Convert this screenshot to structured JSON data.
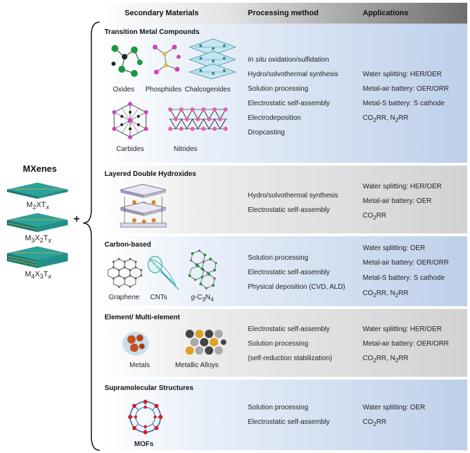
{
  "headers": {
    "secondary": "Secondary Materials",
    "processing": "Processing method",
    "applications": "Applications"
  },
  "mxenes": {
    "title": "MXenes",
    "structures": [
      {
        "m": "M",
        "m_sub": "2",
        "x": "X",
        "x_sub": "",
        "t": "T",
        "t_sub": "x"
      },
      {
        "m": "M",
        "m_sub": "3",
        "x": "X",
        "x_sub": "2",
        "t": "T",
        "t_sub": "x"
      },
      {
        "m": "M",
        "m_sub": "4",
        "x": "X",
        "x_sub": "3",
        "t": "T",
        "t_sub": "x"
      }
    ],
    "plus": "+"
  },
  "panels": [
    {
      "title": "Transition Metal Compounds",
      "materials": [
        "Oxides",
        "Phosphides",
        "Chalcogenides",
        "Carbides",
        "Nitrides"
      ],
      "methods": [
        {
          "italic": "In situ",
          "rest": " oxidation/sulfidation"
        },
        {
          "italic": "",
          "rest": "Hydro/solvothermal  synthesis"
        },
        {
          "italic": "",
          "rest": "Solution processing"
        },
        {
          "italic": "",
          "rest": "Electrostatic self-assembly"
        },
        {
          "italic": "",
          "rest": "Electrodeposition"
        },
        {
          "italic": "",
          "rest": "Dropcasting"
        }
      ],
      "applications": [
        {
          "pre": "Water splitting: HER/OER",
          "sub1": "",
          "mid": "",
          "sub2": "",
          "post": ""
        },
        {
          "pre": "Metal-air battery: OER/ORR",
          "sub1": "",
          "mid": "",
          "sub2": "",
          "post": ""
        },
        {
          "pre": "Metal-S battery: S cathode",
          "sub1": "",
          "mid": "",
          "sub2": "",
          "post": ""
        },
        {
          "pre": "CO",
          "sub1": "2",
          "mid": "RR, N",
          "sub2": "2",
          "post": "RR"
        }
      ]
    },
    {
      "title": "Layered Double Hydroxides",
      "materials": [],
      "methods": [
        {
          "italic": "",
          "rest": "Hydro/solvothermal  synthesis"
        },
        {
          "italic": "",
          "rest": "Electrostatic self-assembly"
        }
      ],
      "applications": [
        {
          "pre": "Water splitting: HER/OER",
          "sub1": "",
          "mid": "",
          "sub2": "",
          "post": ""
        },
        {
          "pre": "Metal-air battery: OER",
          "sub1": "",
          "mid": "",
          "sub2": "",
          "post": ""
        },
        {
          "pre": "CO",
          "sub1": "2",
          "mid": "RR",
          "sub2": "",
          "post": ""
        }
      ]
    },
    {
      "title": "Carbon-based",
      "materials": [
        "Graphene",
        "CNTs"
      ],
      "material_special": {
        "italic": "g",
        "pre": "-C",
        "sub1": "3",
        "mid": "N",
        "sub2": "4"
      },
      "methods": [
        {
          "italic": "",
          "rest": "Solution processing"
        },
        {
          "italic": "",
          "rest": "Electrostatic self-assembly"
        },
        {
          "italic": "",
          "rest": "Physical deposition (CVD, ALD)"
        }
      ],
      "applications": [
        {
          "pre": "Water splitting: OER",
          "sub1": "",
          "mid": "",
          "sub2": "",
          "post": ""
        },
        {
          "pre": "Metal-air battery: OER/ORR",
          "sub1": "",
          "mid": "",
          "sub2": "",
          "post": ""
        },
        {
          "pre": "Metal-S battery: S cathode",
          "sub1": "",
          "mid": "",
          "sub2": "",
          "post": ""
        },
        {
          "pre": "CO",
          "sub1": "2",
          "mid": "RR, N",
          "sub2": "2",
          "post": "RR"
        }
      ]
    },
    {
      "title": "Element/ Multi-element",
      "materials": [
        "Metals",
        "Metallic Alloys"
      ],
      "methods": [
        {
          "italic": "",
          "rest": "Electrostatic self-assembly"
        },
        {
          "italic": "",
          "rest": "Solution processing"
        },
        {
          "italic": "",
          "rest": "(self-reduction stabilization)"
        }
      ],
      "applications": [
        {
          "pre": "Water splitting: HER/OER",
          "sub1": "",
          "mid": "",
          "sub2": "",
          "post": ""
        },
        {
          "pre": "Metal-air battery: OER/ORR",
          "sub1": "",
          "mid": "",
          "sub2": "",
          "post": ""
        },
        {
          "pre": "CO",
          "sub1": "2",
          "mid": "RR, N",
          "sub2": "2",
          "post": "RR"
        }
      ]
    },
    {
      "title": "Supramolecular Structures",
      "materials": [
        "MOFs"
      ],
      "methods": [
        {
          "italic": "",
          "rest": "Solution processing"
        },
        {
          "italic": "",
          "rest": "Electrostatic self-assembly"
        }
      ],
      "applications": [
        {
          "pre": "Water splitting: OER",
          "sub1": "",
          "mid": "",
          "sub2": "",
          "post": ""
        },
        {
          "pre": "CO",
          "sub1": "2",
          "mid": "RR",
          "sub2": "",
          "post": ""
        }
      ]
    }
  ],
  "colors": {
    "blue_panel": "#bdd0ea",
    "gray_panel": "#d2d2d2",
    "mxene_teal": "#2aa39a",
    "oxide_green": "#1a9a3a",
    "phosphide_magenta": "#cc44bb",
    "nitride_pink": "#e060b0",
    "metal_orange": "#c8501a",
    "mof_red": "#d42020"
  }
}
